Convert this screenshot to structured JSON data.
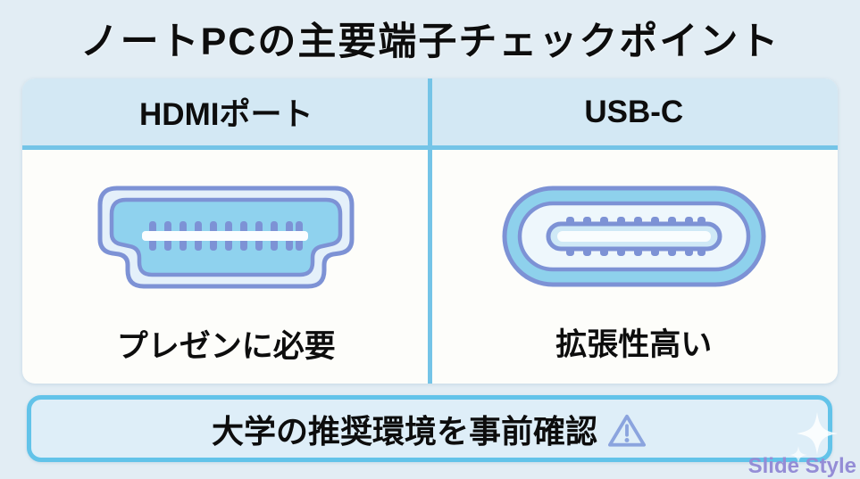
{
  "slide": {
    "title": "ノートPCの主要端子チェックポイント"
  },
  "comparison": {
    "columns": [
      {
        "header": "HDMIポート",
        "caption": "プレゼンに必要",
        "icon": "hdmi-connector-icon"
      },
      {
        "header": "USB-C",
        "caption": "拡張性高い",
        "icon": "usb-c-connector-icon"
      }
    ]
  },
  "banner": {
    "text": "大学の推奨環境を事前確認",
    "icon": "warning-triangle-icon"
  },
  "watermark": {
    "text": "Slide Style",
    "icon": "sparkle-icon"
  },
  "colors": {
    "page_background": "#e2edf4",
    "header_fill": "#d3e8f4",
    "card_fill": "#fdfdfa",
    "accent_sky_blue": "#74c4e7",
    "banner_border": "#62c3e9",
    "banner_fill": "#deeef8",
    "connector_outline": "#7d92d5",
    "connector_sky_fill": "#8ed1ec",
    "connector_light_fill": "#e6f1fa",
    "text_color": "#0d0d0d",
    "watermark_purple": "#948dd6"
  }
}
